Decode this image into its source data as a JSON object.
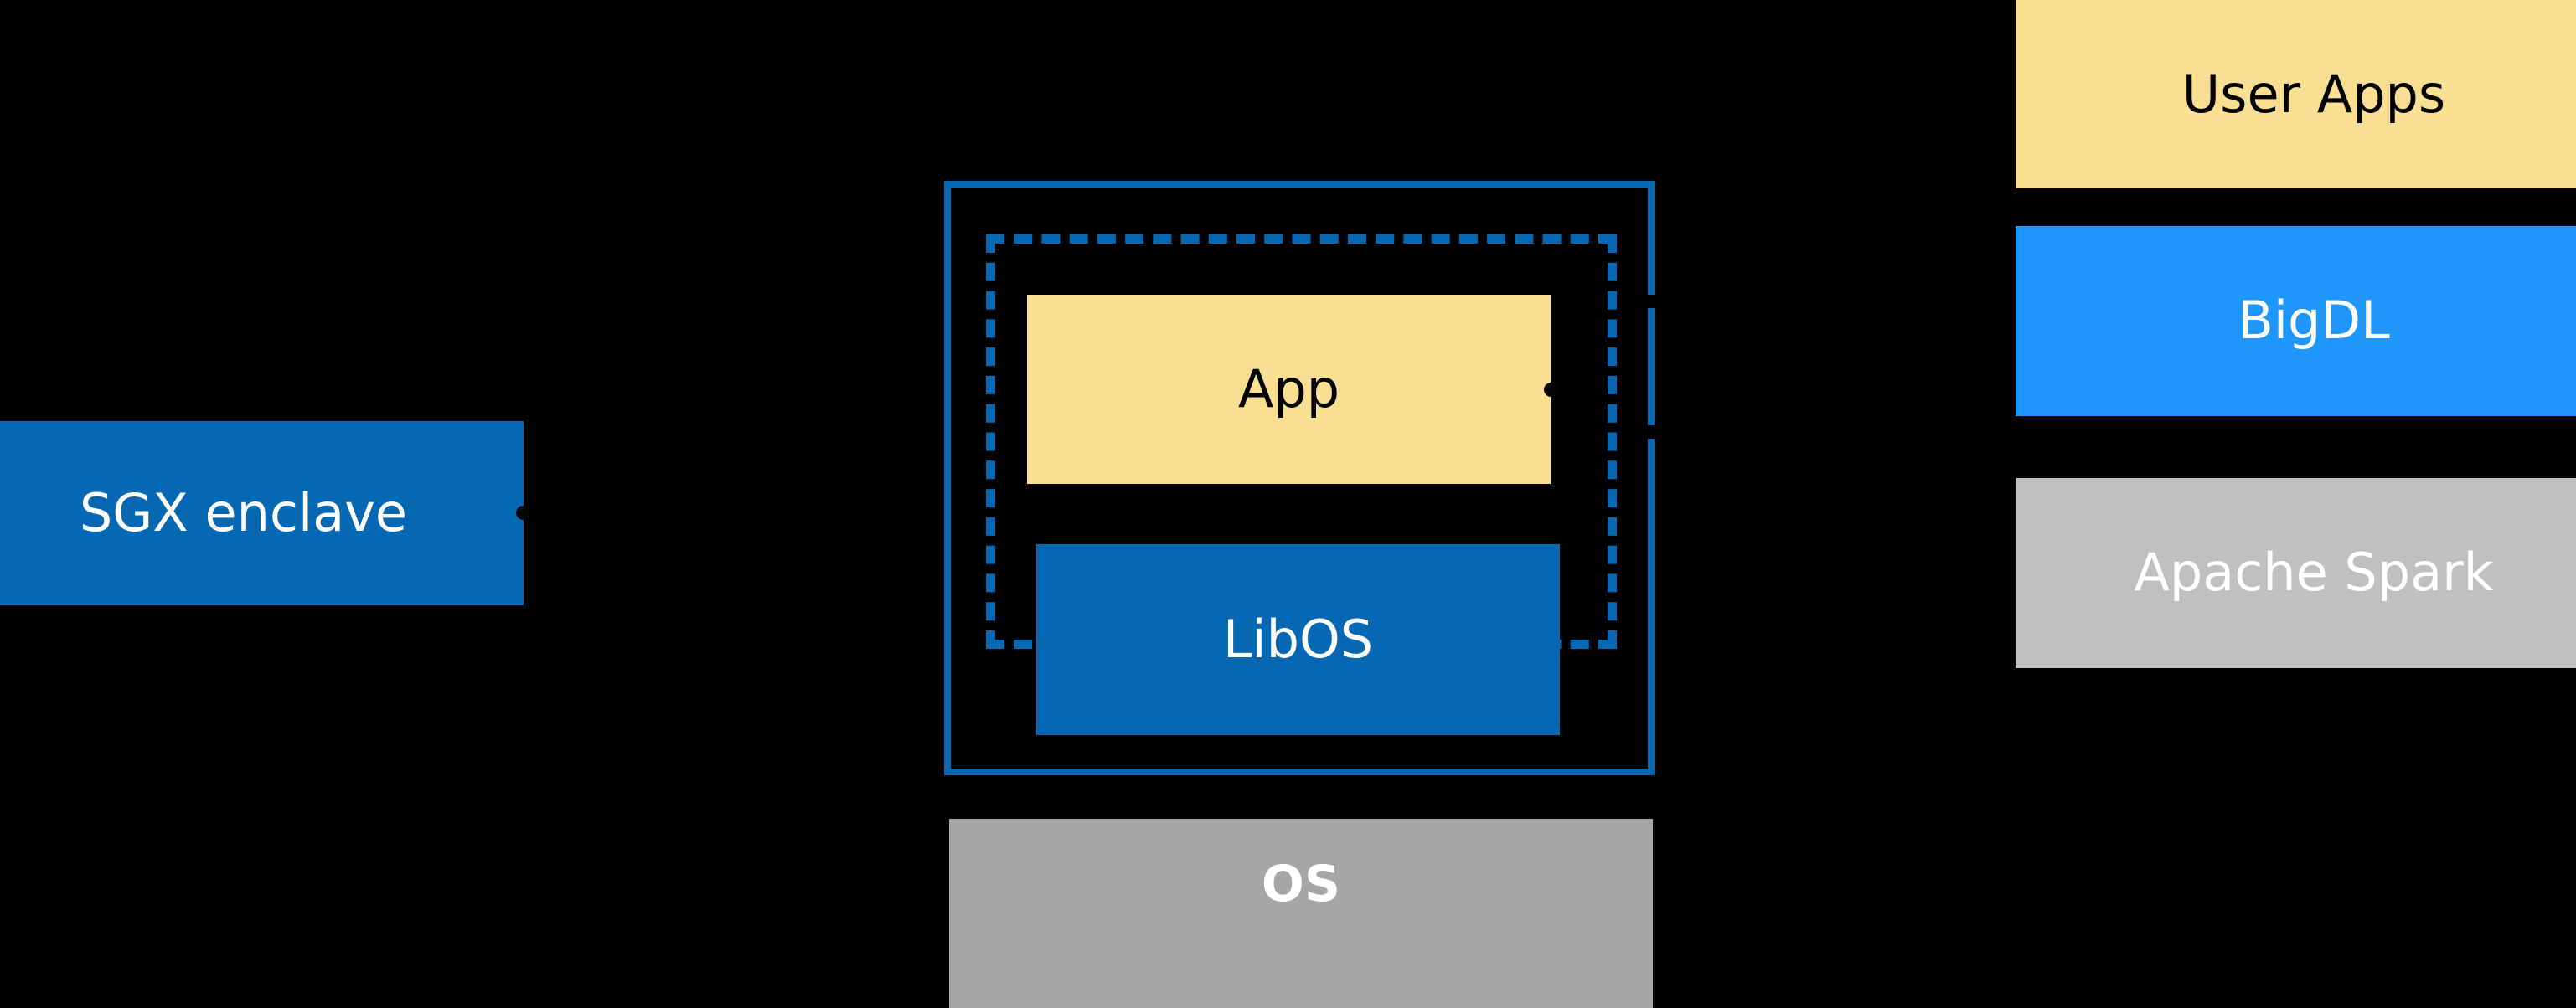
{
  "diagram": {
    "background_color": "#000000",
    "palette": {
      "enclave_blue": "#0668B3",
      "app_yellow": "#F8DF93",
      "bigdl_blue": "#1E96FB",
      "os_gray": "#A6A6A6",
      "spark_gray": "#BFBFBF",
      "white_text": "#FFFFFF",
      "black_text": "#000000"
    },
    "left_group": {
      "sgx_enclave": {
        "label": "SGX enclave",
        "fill": "#0668B3",
        "text_color": "#FFFFFF"
      }
    },
    "center_group": {
      "outer_frame": {
        "stroke": "#0668B3",
        "style": "solid"
      },
      "inner_frame": {
        "stroke": "#0668B3",
        "style": "dashed"
      },
      "app": {
        "label": "App",
        "fill": "#F8DF93",
        "text_color": "#000000"
      },
      "libos": {
        "label": "LibOS",
        "fill": "#0668B3",
        "text_color": "#FFFFFF"
      },
      "os": {
        "label": "OS",
        "fill": "#A6A6A6",
        "text_color": "#FFFFFF"
      }
    },
    "right_stack": {
      "items": [
        {
          "label": "User Apps",
          "fill": "#F8DF93",
          "text_color": "#000000"
        },
        {
          "label": "BigDL",
          "fill": "#1E96FB",
          "text_color": "#FFFFFF"
        },
        {
          "label": "Apache Spark",
          "fill": "#BFBFBF",
          "text_color": "#FFFFFF"
        }
      ]
    }
  }
}
